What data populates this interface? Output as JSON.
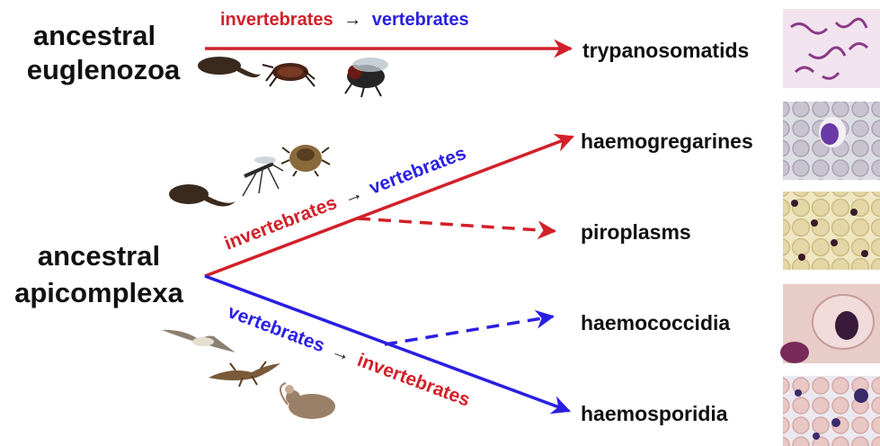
{
  "colors": {
    "red": "#d2202a",
    "blue": "#2a1fe0",
    "black": "#111111"
  },
  "ancestors": {
    "euglenozoa": {
      "line1": "ancestral",
      "line2": "euglenozoa"
    },
    "apicomplexa": {
      "line1": "ancestral",
      "line2": "apicomplexa"
    }
  },
  "top_label": {
    "from": "invertebrates",
    "arrow": "→",
    "to": "vertebrates"
  },
  "upper_branch_label": {
    "from": "invertebrates",
    "arrow": "→",
    "to": "vertebrates"
  },
  "lower_branch_label": {
    "from": "vertebrates",
    "arrow": "→",
    "to": "invertebrates"
  },
  "taxa": [
    {
      "label": "trypanosomatids",
      "arrow_style": "solid",
      "arrow_color": "red",
      "micrograph": "trypanosome blood smear"
    },
    {
      "label": "haemogregarines",
      "arrow_style": "solid",
      "arrow_color": "red",
      "micrograph": "haemogregarine in blood cell"
    },
    {
      "label": "piroplasms",
      "arrow_style": "dashed",
      "arrow_color": "red",
      "micrograph": "piroplasm blood smear"
    },
    {
      "label": "haemococcidia",
      "arrow_style": "dashed",
      "arrow_color": "blue",
      "micrograph": "haemococcidian in erythrocyte"
    },
    {
      "label": "haemosporidia",
      "arrow_style": "solid",
      "arrow_color": "blue",
      "micrograph": "haemosporidian blood smear"
    }
  ],
  "host_icons": {
    "euglenozoa": [
      "leech-icon",
      "kissing-bug-icon",
      "fly-icon"
    ],
    "apicomplexa_invertebrate": [
      "leech-icon",
      "mosquito-icon",
      "tick-icon"
    ],
    "apicomplexa_vertebrate": [
      "bird-icon",
      "lizard-icon",
      "mouse-icon"
    ]
  }
}
